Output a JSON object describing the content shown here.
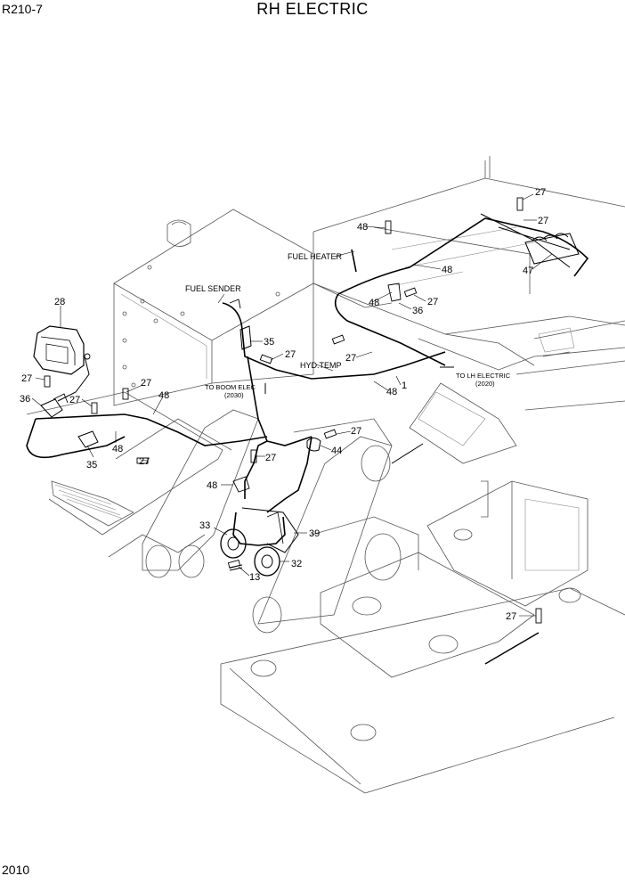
{
  "header": {
    "model": "R210-7",
    "title": "RH ELECTRIC"
  },
  "footer": {
    "page_number": "2010"
  },
  "callouts": {
    "fuel_heater": "FUEL HEATER",
    "fuel_sender": "FUEL SENDER",
    "hyd_temp": "HYD.TEMP",
    "to_boom_elec": "TO BOOM ELEC",
    "to_boom_elec_ref": "(2030)",
    "to_lh_electric": "TO LH ELECTRIC",
    "to_lh_electric_ref": "(2020)"
  },
  "part_labels": [
    {
      "id": "p27a",
      "text": "27"
    },
    {
      "id": "p48a",
      "text": "48"
    },
    {
      "id": "p27b",
      "text": "27"
    },
    {
      "id": "p48b",
      "text": "48"
    },
    {
      "id": "p47",
      "text": "47"
    },
    {
      "id": "p27c",
      "text": "27"
    },
    {
      "id": "p36a",
      "text": "36"
    },
    {
      "id": "p48c",
      "text": "48"
    },
    {
      "id": "p35a",
      "text": "35"
    },
    {
      "id": "p27d",
      "text": "27"
    },
    {
      "id": "p27e",
      "text": "27"
    },
    {
      "id": "p48d",
      "text": "48"
    },
    {
      "id": "p1",
      "text": "1"
    },
    {
      "id": "p28",
      "text": "28"
    },
    {
      "id": "p27f",
      "text": "27"
    },
    {
      "id": "p36b",
      "text": "36"
    },
    {
      "id": "p27g",
      "text": "27"
    },
    {
      "id": "p48e",
      "text": "48"
    },
    {
      "id": "p27h",
      "text": "27"
    },
    {
      "id": "p48f",
      "text": "48"
    },
    {
      "id": "p35b",
      "text": "35"
    },
    {
      "id": "p27i",
      "text": "27"
    },
    {
      "id": "p27j",
      "text": "27"
    },
    {
      "id": "p44",
      "text": "44"
    },
    {
      "id": "p27k",
      "text": "27"
    },
    {
      "id": "p48g",
      "text": "48"
    },
    {
      "id": "p39",
      "text": "39"
    },
    {
      "id": "p33",
      "text": "33"
    },
    {
      "id": "p32",
      "text": "32"
    },
    {
      "id": "p13",
      "text": "13"
    },
    {
      "id": "p27l",
      "text": "27"
    }
  ]
}
